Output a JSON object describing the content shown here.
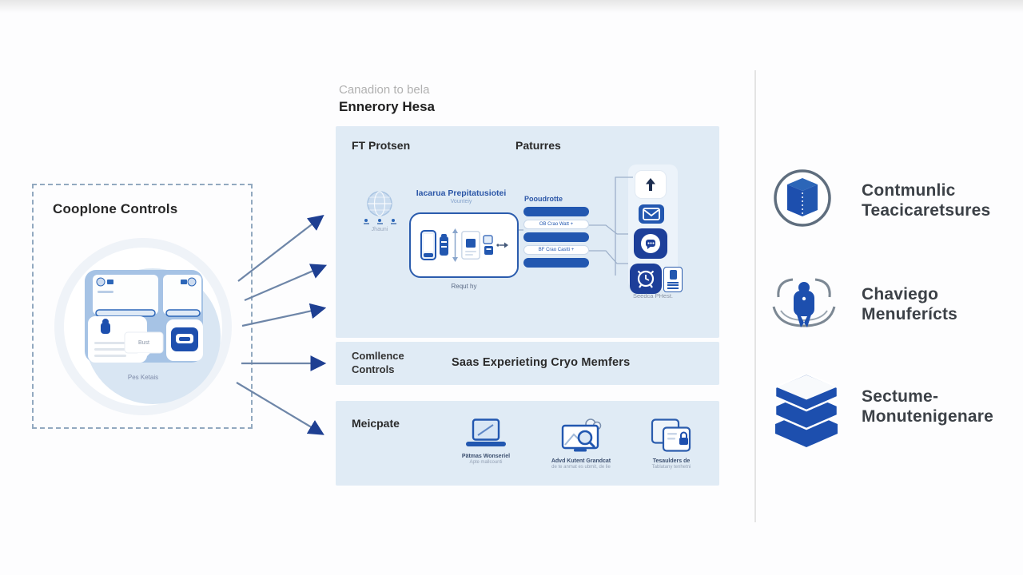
{
  "left_box": {
    "title": "Cooplone Controls",
    "center_label": "Bust",
    "bottom_label": "Pes Ketais"
  },
  "header": {
    "eyebrow": "Canadion to bela",
    "title": "Ennerory Hesa"
  },
  "panel1": {
    "left_header": "FT Protsen",
    "right_header": "Paturres",
    "globe_label": "Jhauni",
    "flow_title": "Iacarua Prepitatusiotei",
    "flow_subtitle": "Vounteiy",
    "flow_caption": "Requt hy",
    "bars_label": "Pooudrotte",
    "bar_texts": [
      "OB Crao Watt +",
      "BF Crao Castti +"
    ],
    "stack_caption": "Seedca PHest."
  },
  "panel2": {
    "label_line1": "Comllence",
    "label_line2": "Controls",
    "headline": "Saas Experieting Cryo Memfers"
  },
  "panel3": {
    "label": "Meicpate",
    "items": [
      {
        "icon": "laptop-icon",
        "caption1": "Pätmas Wonseriel",
        "caption2": "Apte mallcounti"
      },
      {
        "icon": "monitor-search-icon",
        "caption1": "Advd Kutent Grandcat",
        "caption2": "de te anmat es ubmit, de lie"
      },
      {
        "icon": "cards-lock-icon",
        "caption1": "Tesaulders de",
        "caption2": "Tablatany tenhetni"
      }
    ]
  },
  "right_list": {
    "items": [
      {
        "icon": "server-tower-icon",
        "line1": "Contmunlic",
        "line2": "Teacicaretsures"
      },
      {
        "icon": "robot-icon",
        "line1": "Chaviego",
        "line2": "Menuferícts"
      },
      {
        "icon": "layers-stack-icon",
        "line1": "Sectume-",
        "line2": "Monutenigenare"
      }
    ]
  },
  "colors": {
    "accent": "#2257b0",
    "accent_dark": "#1d3f99",
    "panel_bg": "#e0ebf5",
    "arrow": "#6e86a8",
    "arrow_head": "#1e3f92"
  }
}
